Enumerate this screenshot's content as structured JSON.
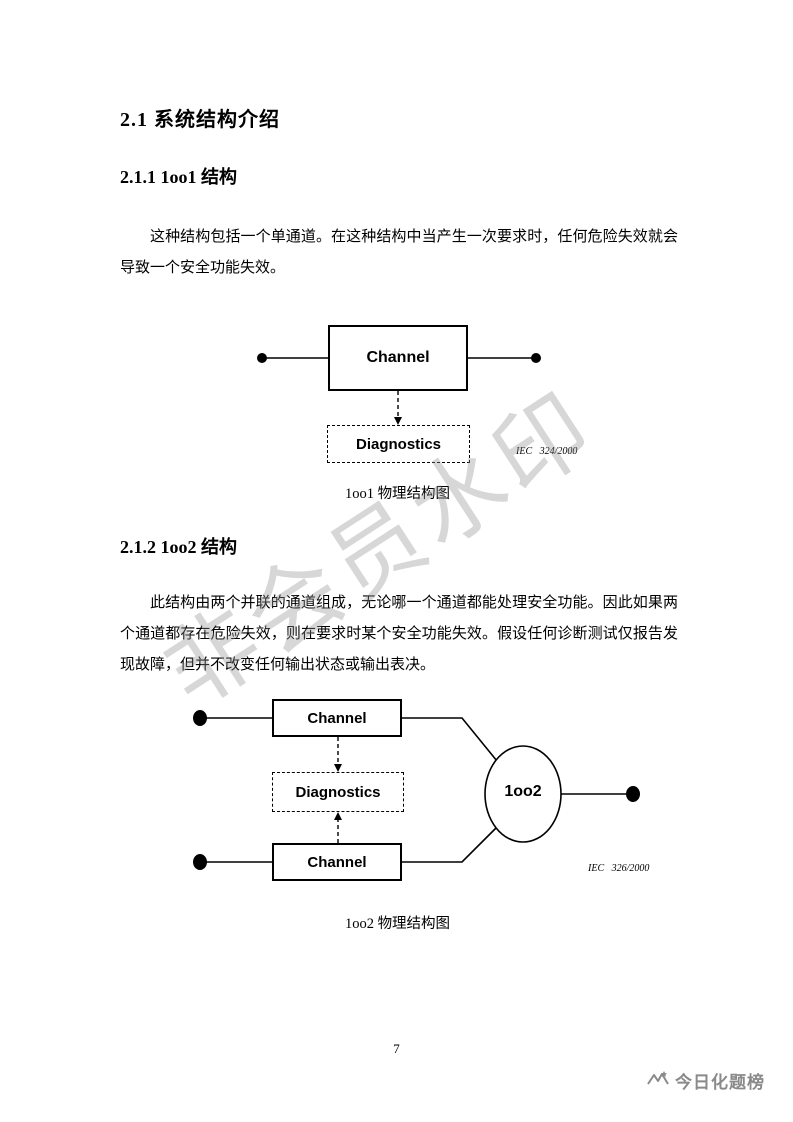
{
  "watermark": {
    "text": "非会员水印"
  },
  "doc": {
    "section_title": "2.1  系统结构介绍",
    "sub1_title": "2.1.1 1oo1 结构",
    "para1": "这种结构包括一个单通道。在这种结构中当产生一次要求时，任何危险失效就会导致一个安全功能失效。",
    "fig1": {
      "channel": "Channel",
      "diagnostics": "Diagnostics",
      "iec_ref": "IEC   324/2000",
      "caption": "1oo1 物理结构图"
    },
    "sub2_title": "2.1.2 1oo2 结构",
    "para2": "此结构由两个并联的通道组成，无论哪一个通道都能处理安全功能。因此如果两个通道都存在危险失效，则在要求时某个安全功能失效。假设任何诊断测试仅报告发现故障，但并不改变任何输出状态或输出表决。",
    "fig2": {
      "channel_top": "Channel",
      "channel_bottom": "Channel",
      "diagnostics": "Diagnostics",
      "voter": "1oo2",
      "iec_ref": "IEC   326/2000",
      "caption": "1oo2 物理结构图"
    },
    "page_number": "7"
  },
  "footer": {
    "brand": "今日化题榜"
  }
}
